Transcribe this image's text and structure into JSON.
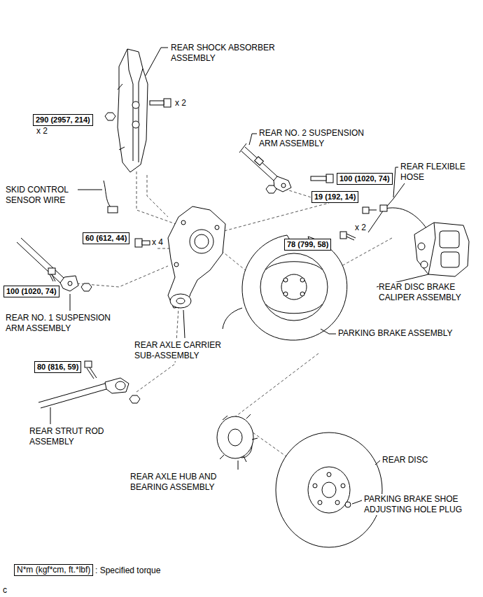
{
  "diagram": {
    "nodes": [
      {
        "text": [
          "290 (2957, 214)"
        ]
      },
      {
        "text": [
          "100 (1020, 74)"
        ]
      },
      {
        "text": [
          "19 (192, 14)"
        ]
      },
      {
        "text": [
          "60 (612, 44)"
        ]
      },
      {
        "text": [
          "78 (799, 58)"
        ]
      },
      {
        "text": [
          "100 (1020, 74)"
        ]
      },
      {
        "text": [
          "80 (816, 59)"
        ]
      },
      {
        "text": [
          "N*m (kgf*cm, ft.*lbf)"
        ]
      }
    ],
    "labels": [
      "REAR SHOCK ABSORBER ASSEMBLY",
      "x 2",
      "x 2",
      "REAR NO. 2 SUSPENSION ARM ASSEMBLY",
      "REAR FLEXIBLE HOSE",
      "SKID CONTROL SENSOR WIRE",
      "x 2",
      "x 4",
      "REAR DISC BRAKE CALIPER ASSEMBLY",
      "REAR NO. 1 SUSPENSION ARM ASSEMBLY",
      "PARKING BRAKE ASSEMBLY",
      "REAR AXLE CARRIER SUB-ASSEMBLY",
      "REAR STRUT ROD ASSEMBLY",
      "REAR DISC",
      "REAR AXLE HUB AND BEARING ASSEMBLY",
      "PARKING BRAKE SHOE ADJUSTING HOLE PLUG",
      ": Specified torque",
      "c"
    ]
  }
}
